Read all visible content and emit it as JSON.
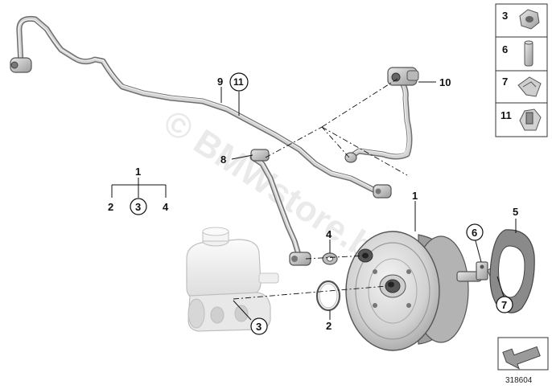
{
  "callouts": {
    "c1_top": "1",
    "c2": "2",
    "c3_group": "3",
    "c4_group": "4",
    "c9": "9",
    "c11": "11",
    "c10": "10",
    "c8": "8",
    "c4": "4",
    "c1_booster": "1",
    "c6": "6",
    "c5": "5",
    "c7": "7",
    "c2_oring": "2",
    "c3_reservoir": "3"
  },
  "legend": {
    "items": [
      {
        "label": "3",
        "icon": "hex-nut-icon"
      },
      {
        "label": "6",
        "icon": "pin-icon"
      },
      {
        "label": "7",
        "icon": "clip-icon"
      },
      {
        "label": "11",
        "icon": "hose-clip-icon"
      }
    ]
  },
  "watermark": "© BMWstore.by",
  "diagram_number": "318604",
  "colors": {
    "pipe_outline": "#6f6f6f",
    "pipe_fill": "#d4d4d4",
    "metal_light": "#e2e2e2",
    "metal_dark": "#8c8c8c",
    "line": "#111111"
  }
}
